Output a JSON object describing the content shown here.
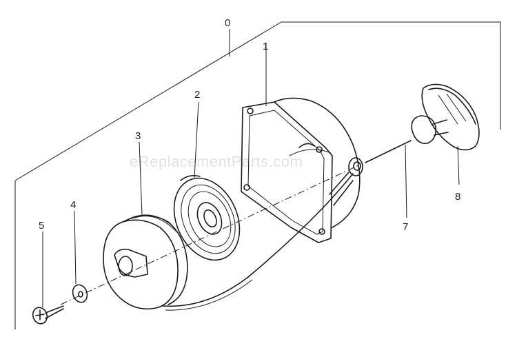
{
  "diagram": {
    "watermark": "eReplacementParts.com",
    "callouts": [
      {
        "id": "0",
        "label": "0"
      },
      {
        "id": "1",
        "label": "1"
      },
      {
        "id": "2",
        "label": "2"
      },
      {
        "id": "3",
        "label": "3"
      },
      {
        "id": "4",
        "label": "4"
      },
      {
        "id": "5",
        "label": "5"
      },
      {
        "id": "7",
        "label": "7"
      },
      {
        "id": "8",
        "label": "8"
      }
    ]
  }
}
